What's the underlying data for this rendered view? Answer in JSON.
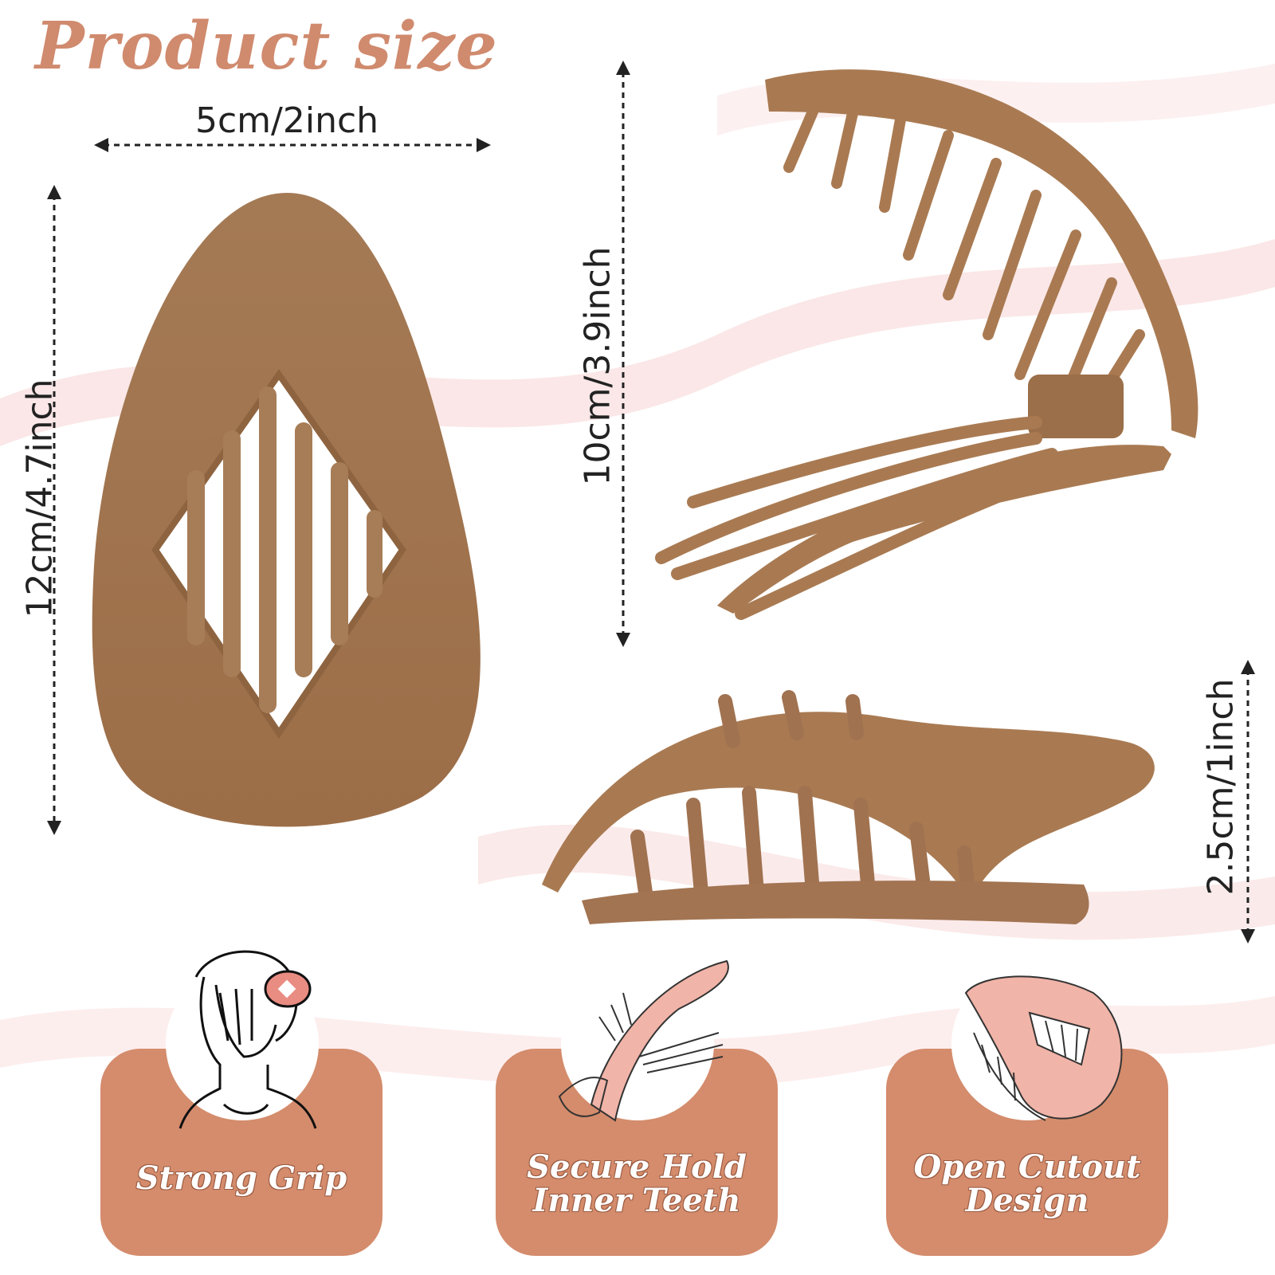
{
  "title": "Product size",
  "dimensions": {
    "width": "5cm/2inch",
    "length": "12cm/4.7inch",
    "open_height": "10cm/3.9inch",
    "thickness": "2.5cm/1inch"
  },
  "features": [
    {
      "label": "Strong Grip",
      "icon": "woman-wearing-clip-icon"
    },
    {
      "label_line1": "Secure Hold",
      "label_line2": "Inner Teeth",
      "icon": "clip-teeth-icon"
    },
    {
      "label_line1": "Open Cutout",
      "label_line2": "Design",
      "icon": "clip-cutout-icon"
    }
  ],
  "colors": {
    "title": "#d08a6e",
    "product": "#a97a52",
    "feature_box": "#d48c6c",
    "illustration_pink": "#f1b4a8"
  }
}
